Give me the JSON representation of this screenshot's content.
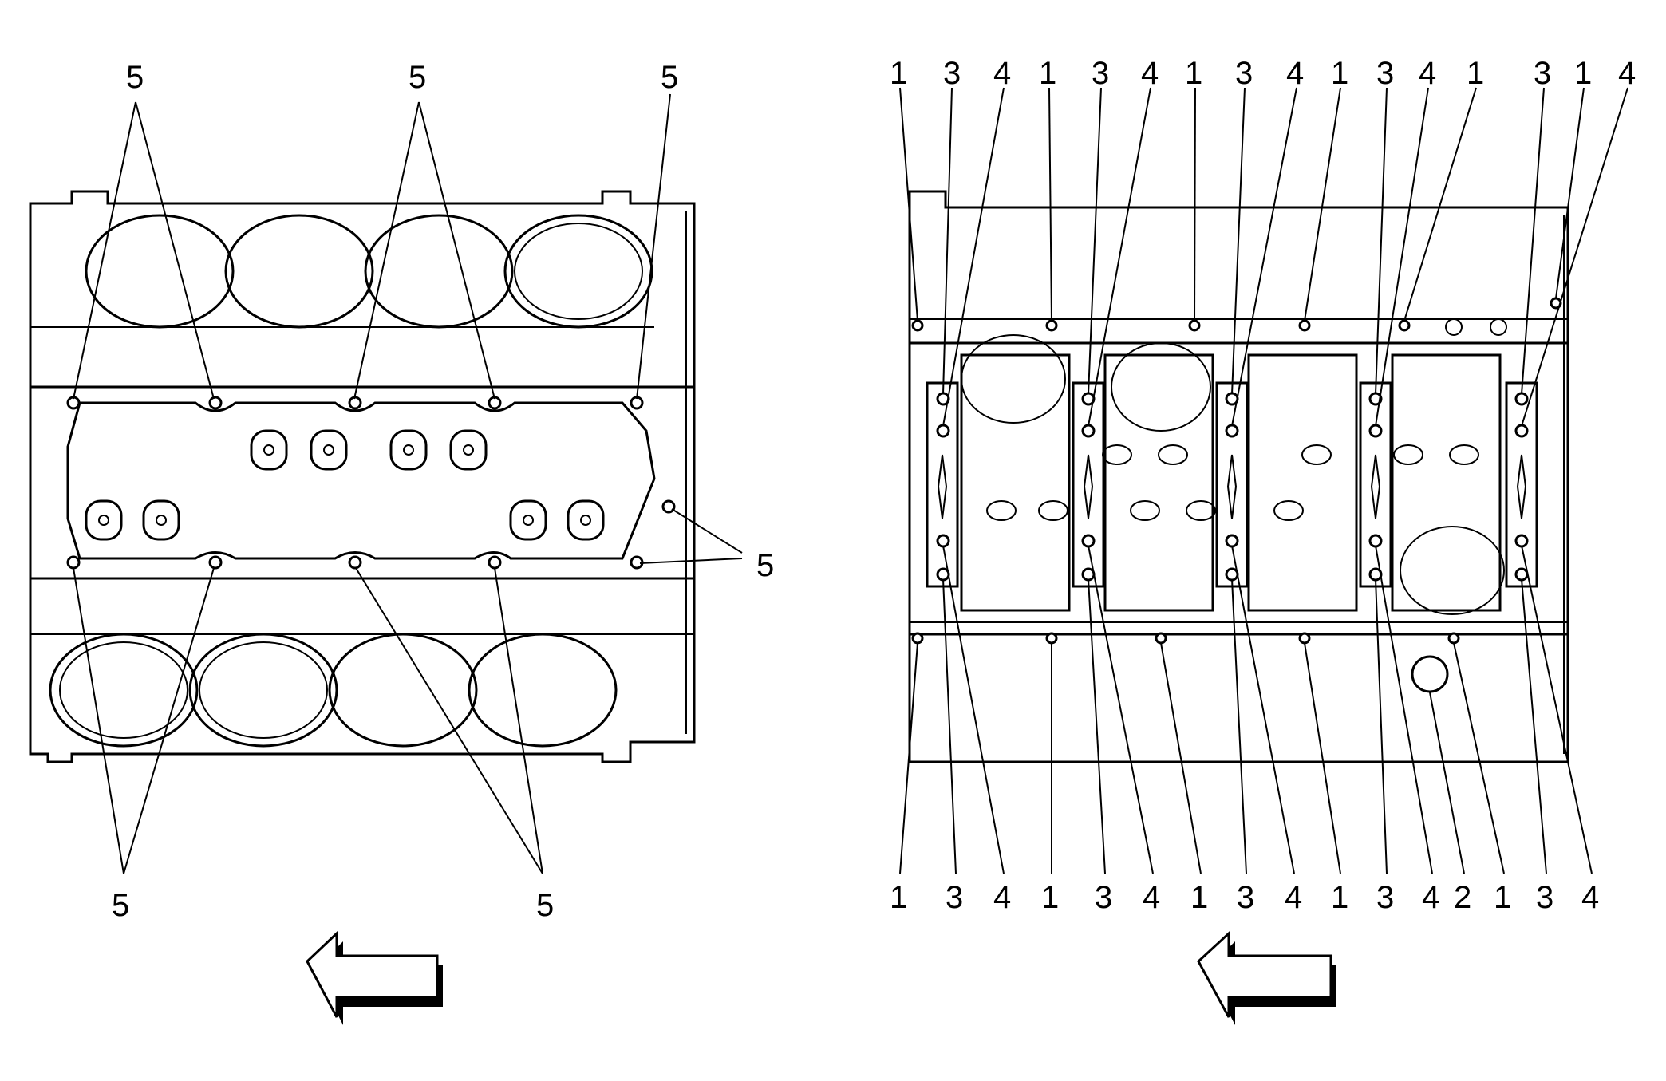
{
  "left_view": {
    "top_callouts": [
      "5",
      "5",
      "5"
    ],
    "right_callout": "5",
    "bottom_callouts": [
      "5",
      "5"
    ],
    "arrow_icon": "left-arrow-icon"
  },
  "right_view": {
    "top_callouts": [
      "1",
      "3",
      "4",
      "1",
      "3",
      "4",
      "1",
      "3",
      "4",
      "1",
      "3",
      "4",
      "1",
      "3",
      "1",
      "4"
    ],
    "bottom_callouts": [
      "1",
      "3",
      "4",
      "1",
      "3",
      "4",
      "1",
      "3",
      "4",
      "1",
      "3",
      "4",
      "2",
      "1",
      "3",
      "4"
    ],
    "arrow_icon": "left-arrow-icon"
  },
  "colors": {
    "line": "#000000",
    "background": "#ffffff"
  }
}
